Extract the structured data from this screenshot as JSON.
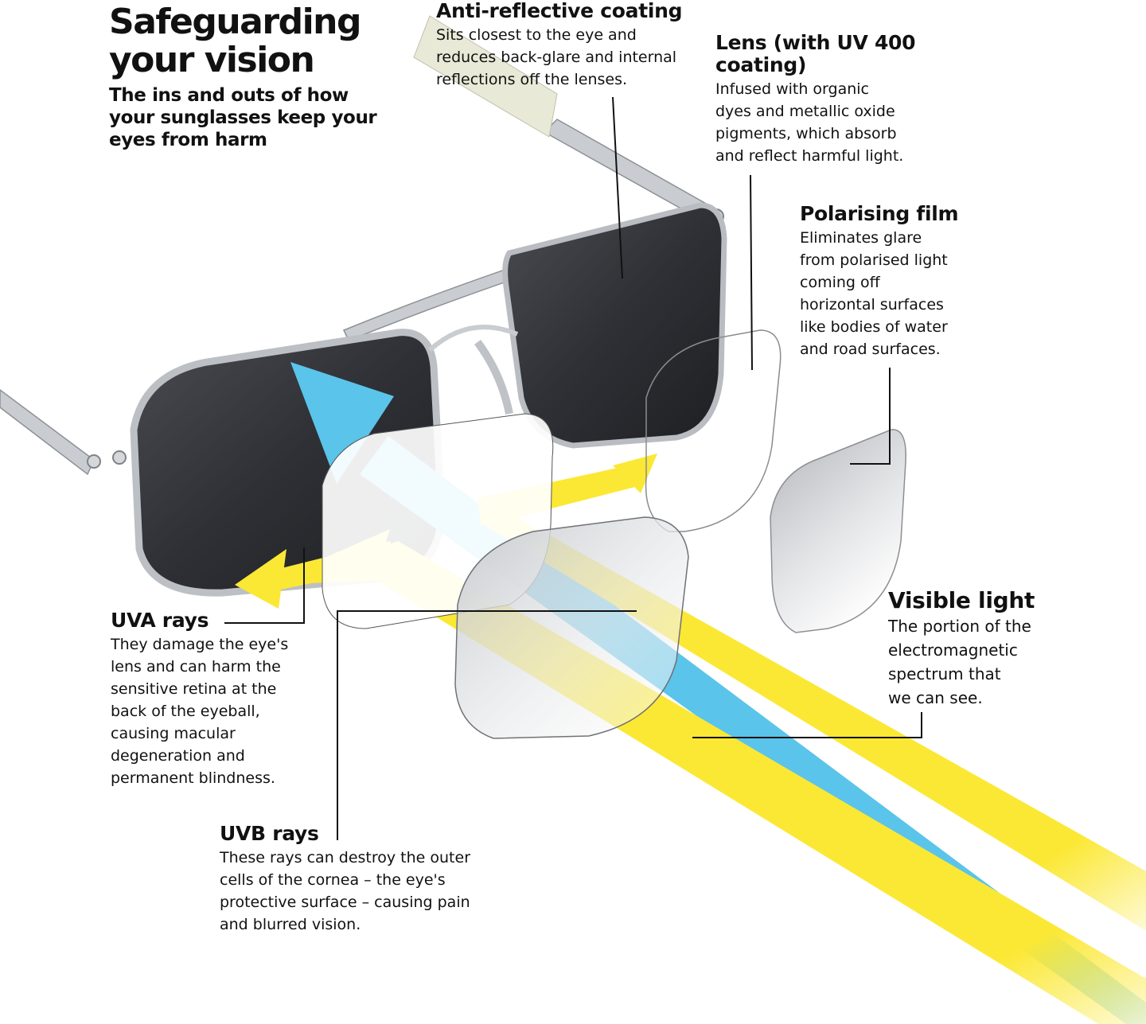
{
  "header": {
    "title_line1": "Safeguarding",
    "title_line2": "your vision",
    "subtitle_line1": "The ins and outs of how",
    "subtitle_line2": "your sunglasses keep your",
    "subtitle_line3": "eyes from harm"
  },
  "labels": {
    "anti_reflective": {
      "heading": "Anti-reflective coating",
      "lines": [
        "Sits closest to the eye and",
        "reduces back-glare and internal",
        "reflections off the lenses."
      ]
    },
    "lens_uv400": {
      "heading_line1": "Lens (with UV 400",
      "heading_line2": "coating)",
      "lines": [
        "Infused with organic",
        "dyes and metallic oxide",
        "pigments, which absorb",
        "and reflect harmful light."
      ]
    },
    "polarising_film": {
      "heading": "Polarising film",
      "lines": [
        "Eliminates glare",
        "from polarised light",
        "coming off",
        "horizontal surfaces",
        "like bodies of water",
        "and road surfaces."
      ]
    },
    "visible_light": {
      "heading": "Visible light",
      "lines": [
        "The portion of the",
        "electromagnetic",
        "spectrum that",
        "we can see."
      ]
    },
    "uva_rays": {
      "heading": "UVA rays",
      "lines": [
        "They damage the eye's",
        "lens and can harm the",
        "sensitive retina at the",
        "back of the eyeball,",
        "causing macular",
        "degeneration and",
        "permanent blindness."
      ]
    },
    "uvb_rays": {
      "heading": "UVB rays",
      "lines": [
        "These rays can destroy the outer",
        "cells of the cornea – the eye's",
        "protective surface – causing pain",
        "and blurred vision."
      ]
    }
  },
  "colors": {
    "visible_light_ray": "#5bc4ea",
    "uv_ray": "#fbe835",
    "lens_tint": "#2f3136",
    "frame_metal": "#c9ccd0",
    "text": "#111111"
  }
}
